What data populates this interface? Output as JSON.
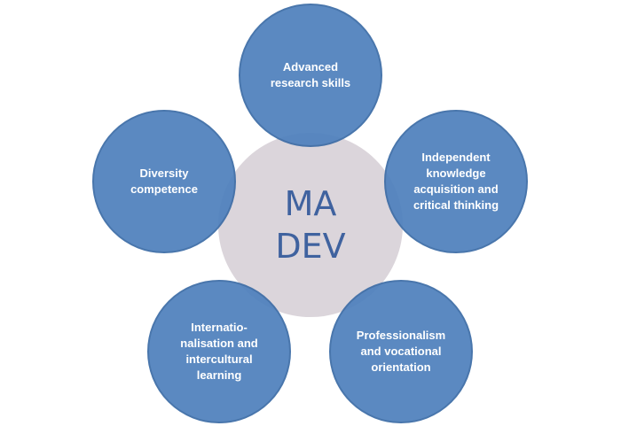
{
  "diagram": {
    "hub": {
      "line1": "MA",
      "line2": "DEV"
    },
    "nodes": [
      {
        "lines": [
          "Advanced",
          "research skills"
        ]
      },
      {
        "lines": [
          "Independent",
          "knowledge",
          "acquisition and",
          "critical thinking"
        ]
      },
      {
        "lines": [
          "Professionalism",
          "and vocational",
          "orientation"
        ]
      },
      {
        "lines": [
          "Internatio-",
          "nalisation and",
          "intercultural",
          "learning"
        ]
      },
      {
        "lines": [
          "Diversity",
          "competence"
        ]
      }
    ],
    "colors": {
      "hub": "#d9d2d8",
      "hub_text": "#2f5597",
      "node": "#4f81bd",
      "node_text": "#ffffff"
    }
  }
}
